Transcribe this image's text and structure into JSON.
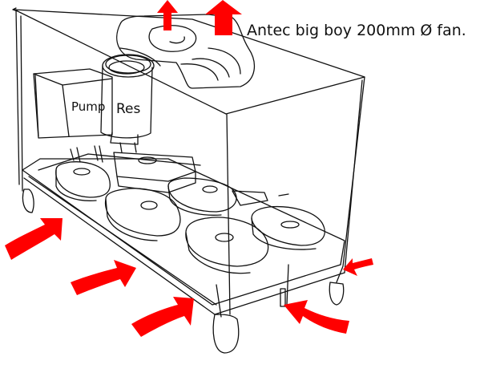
{
  "labels": {
    "fan_note": "Antec big boy 200mm Ø fan.",
    "pump": "Pump",
    "res": "Res"
  },
  "colors": {
    "ink": "#111111",
    "arrow": "#ff0000",
    "paper": "#ffffff"
  },
  "airflow": {
    "exhaust_arrows": 2,
    "intake_arrows": 5
  }
}
